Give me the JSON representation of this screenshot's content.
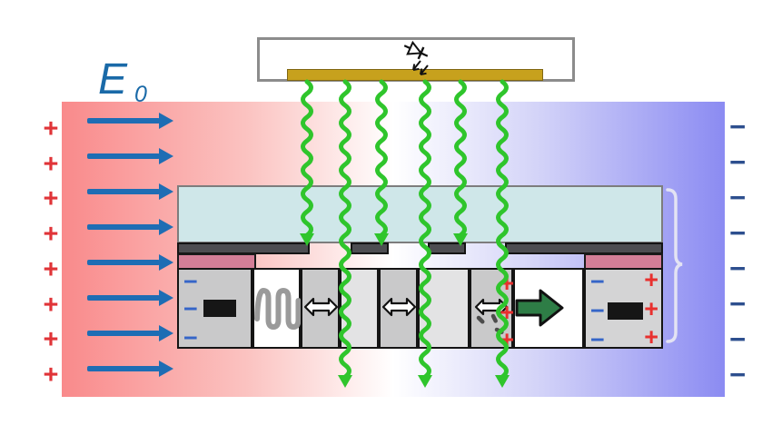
{
  "figure": {
    "field_label": "E",
    "field_label_subscript": "0"
  },
  "charges": {
    "left_column": {
      "symbol": "+",
      "count": 8
    },
    "right_column": {
      "symbol": "−",
      "count": 8
    },
    "cell_negative_symbol": "−",
    "cell_positive_symbol": "+"
  },
  "field_arrows": {
    "count": 8
  },
  "photons": {
    "count": 6,
    "absorbed_x": [
      338,
      420,
      507
    ],
    "transmitted_x": [
      380,
      468,
      553
    ]
  },
  "colors": {
    "plus_red": "#e03438",
    "minus_navy": "#2d4f8e",
    "cell_minus_blue": "#3565c8",
    "cell_plus_red": "#e8302e",
    "arrow_blue": "#1e6db4",
    "photon_green": "#2fc52c",
    "drift_arrow_green": "#2e7d46",
    "gradient_left": "#f98a8b",
    "gradient_right": "#8b8bf2",
    "glass_cyan": "#cfe7e9",
    "electrode_gray": "#4d4d51",
    "contact_pink": "#d47e97",
    "gold_bar": "#c7a11d",
    "label_blue": "#1a6aa8"
  }
}
